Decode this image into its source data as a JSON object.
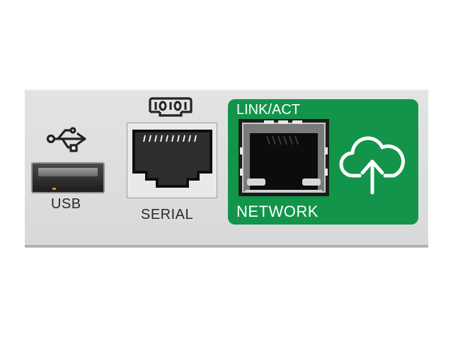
{
  "panel": {
    "ports": [
      {
        "id": "usb",
        "label": "USB",
        "icon": "usb-trident-icon"
      },
      {
        "id": "serial",
        "label": "SERIAL",
        "icon": "serial-10101-icon",
        "icon_text": "IOIOI"
      },
      {
        "id": "network",
        "label": "NETWORK",
        "indicator_label": "LINK/ACT",
        "icon": "cloud-upload-icon"
      }
    ]
  },
  "colors": {
    "panel_gray": "#dcdddd",
    "network_green": "#12944a",
    "label_dark": "#2a2a2a",
    "label_light": "#ffffff"
  }
}
